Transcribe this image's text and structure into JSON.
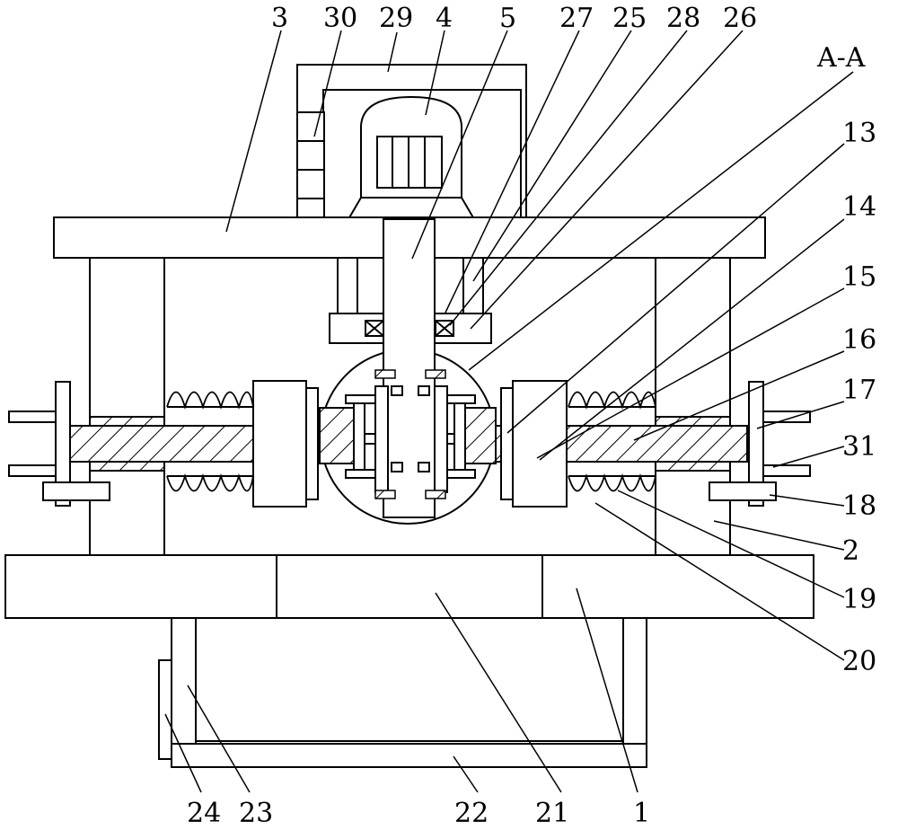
{
  "section_label": "A-A",
  "labels": {
    "l1": "1",
    "l2": "2",
    "l3": "3",
    "l4": "4",
    "l5": "5",
    "l13": "13",
    "l14": "14",
    "l15": "15",
    "l16": "16",
    "l17": "17",
    "l18": "18",
    "l19": "19",
    "l20": "20",
    "l21": "21",
    "l22": "22",
    "l23": "23",
    "l24": "24",
    "l25": "25",
    "l26": "26",
    "l27": "27",
    "l28": "28",
    "l29": "29",
    "l30": "30",
    "l31": "31"
  }
}
